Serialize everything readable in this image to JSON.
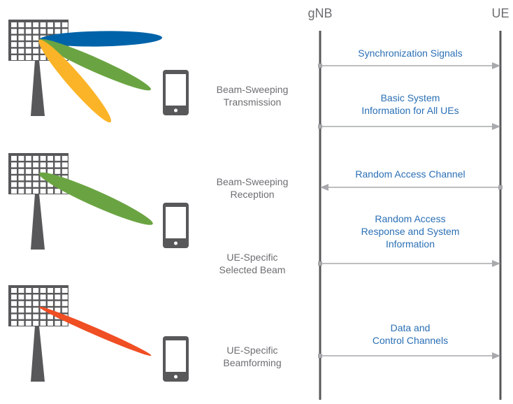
{
  "colors": {
    "tower": "#58585a",
    "lifeline": "#58585a",
    "arrow": "#a7a9ac",
    "message_text": "#2a6fb5",
    "stage_text": "#6d6e71",
    "beam_blue": "#0063a9",
    "beam_green": "#6aa442",
    "beam_yellow": "#fbb427",
    "beam_orange": "#f04e23"
  },
  "actors": {
    "gnb": "gNB",
    "ue": "UE"
  },
  "stages": [
    {
      "id": "beam-sweeping-transmission",
      "label": "Beam-Sweeping\nTransmission",
      "beams": [
        "beam_blue",
        "beam_green",
        "beam_yellow"
      ]
    },
    {
      "id": "beam-sweeping-reception",
      "label": "Beam-Sweeping\nReception",
      "beams": [
        "beam_green"
      ]
    },
    {
      "id": "ue-specific-selected-beam",
      "label": "UE-Specific\nSelected Beam",
      "beams": []
    },
    {
      "id": "ue-specific-beamforming",
      "label": "UE-Specific\nBeamforming",
      "beams": [
        "beam_orange"
      ]
    }
  ],
  "messages": [
    {
      "label": "Synchronization Signals",
      "direction": "gnb-to-ue"
    },
    {
      "label": "Basic System\nInformation for All UEs",
      "direction": "gnb-to-ue"
    },
    {
      "label": "Random Access Channel",
      "direction": "ue-to-gnb"
    },
    {
      "label": "Random Access\nResponse and System\nInformation",
      "direction": "gnb-to-ue"
    },
    {
      "label": "Data and\nControl Channels",
      "direction": "gnb-to-ue"
    }
  ]
}
